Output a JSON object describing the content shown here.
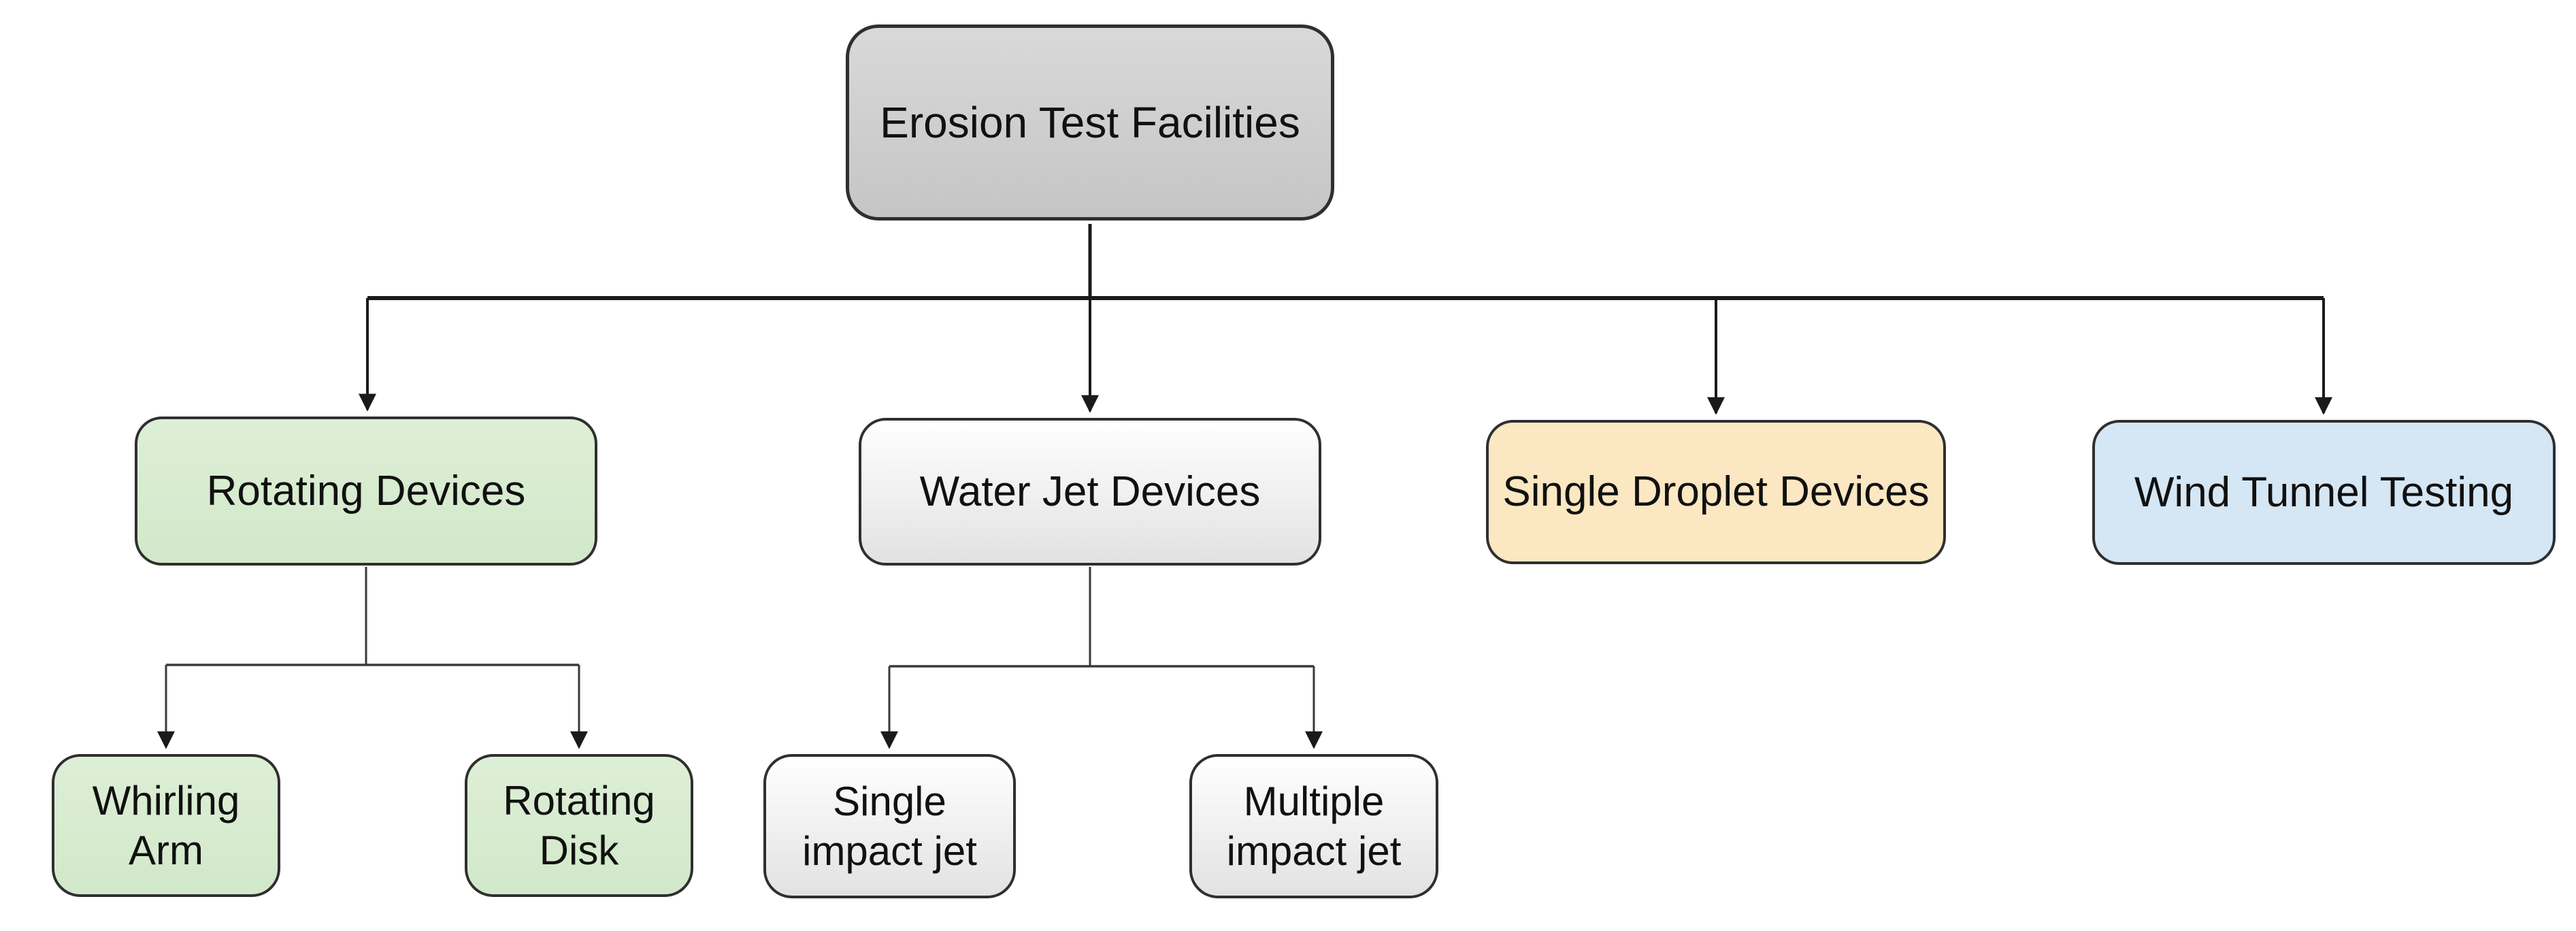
{
  "diagram": {
    "type": "hierarchy-flowchart",
    "nodes": {
      "root": {
        "label": "Erosion Test Facilities",
        "fill": "#cfcfcf"
      },
      "rotating": {
        "label": "Rotating Devices",
        "fill": "#d9ecd2"
      },
      "waterjet": {
        "label": "Water Jet Devices",
        "fill": "#f2f2f2"
      },
      "droplet": {
        "label": "Single Droplet Devices",
        "fill": "#fbe7c1"
      },
      "windtunnel": {
        "label": "Wind Tunnel Testing",
        "fill": "#d5e6f4"
      },
      "whirling": {
        "label": "Whirling Arm",
        "fill": "#d9ecd2"
      },
      "rotdisk": {
        "label": "Rotating Disk",
        "fill": "#d9ecd2"
      },
      "singlejet": {
        "label": "Single impact jet",
        "fill": "#f2f2f2"
      },
      "multijet": {
        "label": "Multiple impact jet",
        "fill": "#f2f2f2"
      }
    },
    "edges": [
      {
        "from": "Erosion Test Facilities",
        "to": "Rotating Devices"
      },
      {
        "from": "Erosion Test Facilities",
        "to": "Water Jet Devices"
      },
      {
        "from": "Erosion Test Facilities",
        "to": "Single Droplet Devices"
      },
      {
        "from": "Erosion Test Facilities",
        "to": "Wind Tunnel Testing"
      },
      {
        "from": "Rotating Devices",
        "to": "Whirling Arm"
      },
      {
        "from": "Rotating Devices",
        "to": "Rotating Disk"
      },
      {
        "from": "Water Jet Devices",
        "to": "Single impact jet"
      },
      {
        "from": "Water Jet Devices",
        "to": "Multiple impact jet"
      }
    ]
  },
  "colors": {
    "root_fill_top": "#d9d9d9",
    "root_fill_bottom": "#c5c5c5",
    "green_fill_top": "#ddefd6",
    "green_fill_bottom": "#d2e8ca",
    "white_fill_top": "#ffffff",
    "white_fill_bottom": "#e2e2e2",
    "yellow_fill": "#fbe7c1",
    "blue_fill": "#d5e6f4",
    "border": "#2f2f2f",
    "line": "#1a1a1a",
    "subline": "#3a3a3a",
    "text": "#111111"
  }
}
